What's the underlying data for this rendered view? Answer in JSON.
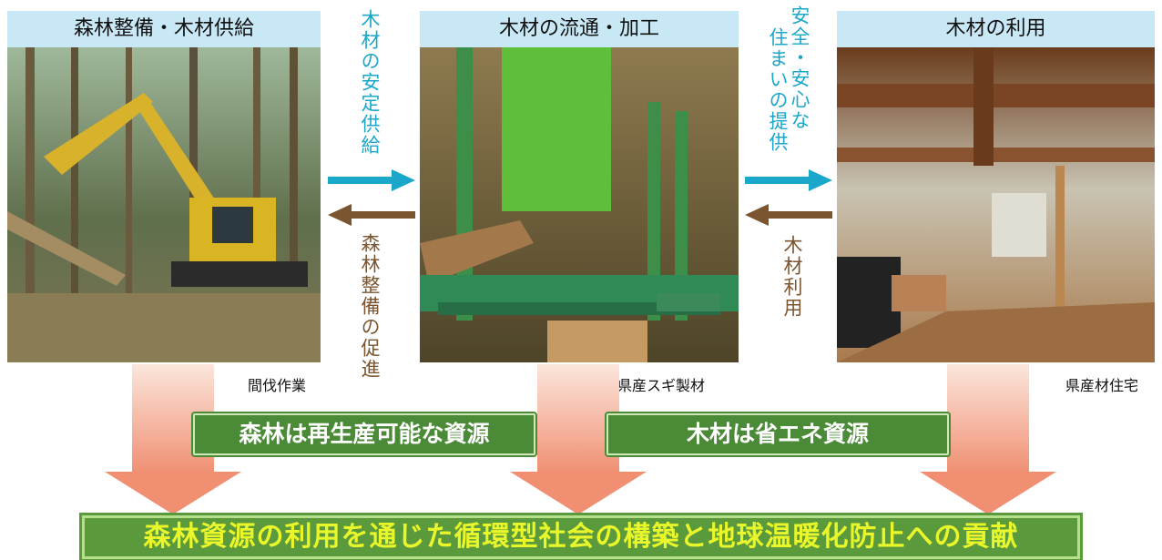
{
  "columns": [
    {
      "header": "森林整備・木材供給",
      "caption": "間伐作業"
    },
    {
      "header": "木材の流通・加工",
      "caption": "県産スギ製材"
    },
    {
      "header": "木材の利用",
      "caption": "県産材住宅"
    }
  ],
  "flows": {
    "left_forward": "木材の安定供給",
    "left_back": "森林整備の促進",
    "right_forward_1": "安全・安心な",
    "right_forward_2": "住まいの提供",
    "right_back": "木材利用"
  },
  "labels": {
    "resource_renewable": "森林は再生産可能な資源",
    "resource_energy": "木材は省エネ資源"
  },
  "banner": "森林資源の利用を通じた循環型社会の構築と地球温暖化防止への貢献",
  "colors": {
    "header_bg": "#c9e8f6",
    "forward_arrow": "#1aa7c9",
    "back_arrow": "#7a5530",
    "green": "#4b8a36",
    "banner_text": "#e9f62a"
  }
}
